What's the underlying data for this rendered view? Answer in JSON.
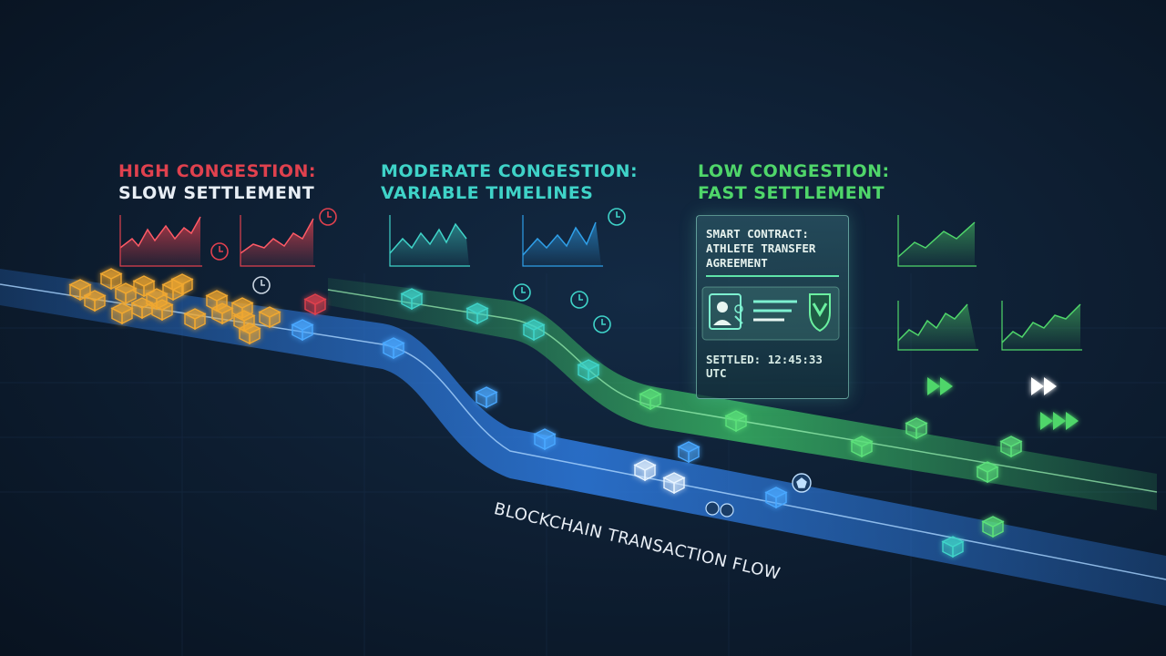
{
  "headings": {
    "high": {
      "line1": "HIGH CONGESTION:",
      "line2": "SLOW SETTLEMENT",
      "color": "#e0414e"
    },
    "moderate": {
      "line1": "MODERATE CONGESTION:",
      "line2": "VARIABLE TIMELINES",
      "color": "#3fd3c8"
    },
    "low": {
      "line1": "LOW CONGESTION:",
      "line2": "FAST SETTLEMENT",
      "color": "#4fd66a"
    }
  },
  "contract": {
    "title": "SMART CONTRACT: ATHLETE TRANSFER AGREEMENT",
    "settled": "SETTLED: 12:45:33 UTC"
  },
  "flow_label": "BLOCKCHAIN TRANSACTION FLOW",
  "colors": {
    "background": "#0c1a2e",
    "blue_stream": "#2f7fe8",
    "green_stream": "#3fcf6a",
    "gold_blocks": "#f0a830",
    "red_block": "#e0414e"
  },
  "icons": [
    "clock-icon",
    "fast-forward-icon",
    "block-cube-icon",
    "soccer-ball-icon",
    "shield-icon",
    "athlete-icon"
  ]
}
